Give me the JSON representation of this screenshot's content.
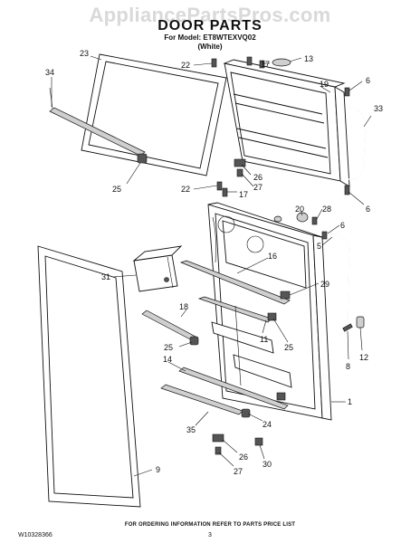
{
  "watermark": "AppliancePartsPros.com",
  "header": {
    "title": "DOOR PARTS",
    "model_line": "For Model: ET8WTEXVQ02",
    "color_line": "(White)"
  },
  "footer": {
    "ordering_note": "FOR ORDERING INFORMATION REFER TO PARTS PRICE LIST",
    "page_number": "3",
    "document_number": "W10328366"
  },
  "callouts": {
    "c23": "23",
    "c34": "34",
    "c25a": "25",
    "c22a": "22",
    "c17a": "17",
    "c13": "13",
    "c19": "19",
    "c6a": "6",
    "c33": "33",
    "c26a": "26",
    "c27a": "27",
    "c22b": "22",
    "c17b": "17",
    "c6b": "6",
    "c20": "20",
    "c28": "28",
    "c6c": "6",
    "c5": "5",
    "c16": "16",
    "c31": "31",
    "c29": "29",
    "c18": "18",
    "c11": "11",
    "c25b": "25",
    "c25c": "25",
    "c14": "14",
    "c8": "8",
    "c12": "12",
    "c1": "1",
    "c35": "35",
    "c24": "24",
    "c26b": "26",
    "c30": "30",
    "c27b": "27",
    "c9": "9"
  }
}
